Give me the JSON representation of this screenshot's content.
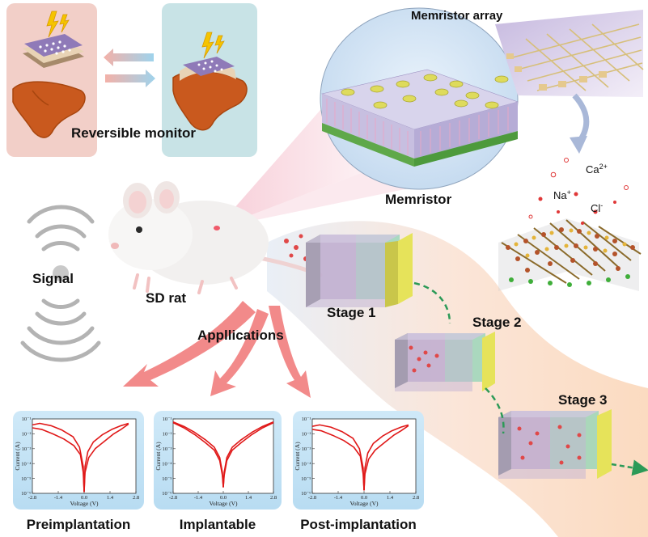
{
  "labels": {
    "reversible_monitor": "Reversible monitor",
    "memristor_array": "Memristor array",
    "memristor": "Memristor",
    "signal": "Signal",
    "sd_rat": "SD rat",
    "applications": "Appllications",
    "stage1": "Stage 1",
    "stage2": "Stage 2",
    "stage3": "Stage 3"
  },
  "ions": {
    "ca": "Ca",
    "ca_sup": "2+",
    "na": "Na",
    "na_sup": "+",
    "cl": "Cl",
    "cl_sup": "-"
  },
  "colors": {
    "rose_panel": "#f2cfc8",
    "teal_panel": "#c8e3e6",
    "liver": "#c9591e",
    "iv_curve": "#e01818",
    "plot_panel": "#bfe0f3",
    "arrow_pink": "#f28a8a",
    "stage_purple": "#b9a3c9",
    "stage_green": "#8fd4b5",
    "stage_yellow": "#e6e35a",
    "electrode_gray": "#9a9aa2",
    "dashed_green": "#2c9a57"
  },
  "chart_data": [
    {
      "type": "line",
      "name": "Preimplantation",
      "title": "Preimplantation",
      "xlabel": "Voltage (V)",
      "ylabel": "Current (A)",
      "xticks": [
        "-2.8",
        "-1.4",
        "0.0",
        "1.4",
        "2.8"
      ],
      "yticks": [
        "10⁻¹",
        "10⁻²",
        "10⁻³",
        "10⁻⁴",
        "10⁻⁵",
        "10⁻⁶"
      ],
      "xlim": [
        -2.8,
        2.8
      ],
      "ylim_log10": [
        -6,
        -1
      ],
      "curves": [
        {
          "x": [
            -2.8,
            -2.4,
            -1.8,
            -1.2,
            -0.6,
            -0.25,
            -0.05,
            0.0
          ],
          "y_log10": [
            -1.4,
            -1.3,
            -1.45,
            -1.75,
            -2.2,
            -2.9,
            -4.2,
            -5.9
          ]
        },
        {
          "x": [
            -2.8,
            -2.3,
            -1.7,
            -1.1,
            -0.55,
            -0.2,
            -0.05,
            0.0
          ],
          "y_log10": [
            -1.6,
            -1.7,
            -2.0,
            -2.35,
            -2.8,
            -3.4,
            -4.6,
            -5.9
          ]
        },
        {
          "x": [
            0.0,
            0.05,
            0.2,
            0.5,
            1.0,
            1.5,
            2.0,
            2.4
          ],
          "y_log10": [
            -5.9,
            -4.2,
            -3.2,
            -2.55,
            -2.05,
            -1.7,
            -1.45,
            -1.3
          ]
        },
        {
          "x": [
            0.0,
            0.05,
            0.25,
            0.6,
            1.1,
            1.6,
            2.0,
            2.4
          ],
          "y_log10": [
            -5.9,
            -4.6,
            -3.6,
            -3.0,
            -2.5,
            -2.0,
            -1.7,
            -1.35
          ]
        }
      ]
    },
    {
      "type": "line",
      "name": "Implantable",
      "title": "Implantable",
      "xlabel": "Voltage (V)",
      "ylabel": "Current (A)",
      "xticks": [
        "-2.8",
        "-1.4",
        "0.0",
        "1.4",
        "2.8"
      ],
      "yticks": [
        "10⁻¹",
        "10⁻²",
        "10⁻³",
        "10⁻⁴",
        "10⁻⁵",
        "10⁻⁶"
      ],
      "xlim": [
        -2.8,
        2.8
      ],
      "ylim_log10": [
        -6,
        -1
      ],
      "curves": [
        {
          "x": [
            -2.8,
            -2.2,
            -1.6,
            -1.0,
            -0.5,
            -0.2,
            -0.05,
            0.0
          ],
          "y_log10": [
            -1.2,
            -1.5,
            -1.9,
            -2.4,
            -2.9,
            -3.6,
            -4.6,
            -5.6
          ]
        },
        {
          "x": [
            -2.8,
            -2.2,
            -1.6,
            -1.0,
            -0.5,
            -0.2,
            -0.05,
            0.0
          ],
          "y_log10": [
            -1.25,
            -1.6,
            -2.05,
            -2.6,
            -3.1,
            -3.8,
            -4.8,
            -5.6
          ]
        },
        {
          "x": [
            0.0,
            0.05,
            0.2,
            0.5,
            1.0,
            1.6,
            2.2,
            2.8
          ],
          "y_log10": [
            -5.6,
            -4.6,
            -3.6,
            -2.9,
            -2.4,
            -1.9,
            -1.5,
            -1.2
          ]
        },
        {
          "x": [
            0.0,
            0.05,
            0.2,
            0.5,
            1.0,
            1.6,
            2.2,
            2.8
          ],
          "y_log10": [
            -5.6,
            -4.8,
            -3.8,
            -3.1,
            -2.6,
            -2.05,
            -1.6,
            -1.25
          ]
        }
      ]
    },
    {
      "type": "line",
      "name": "Post-implantation",
      "title": "Post-implantation",
      "xlabel": "Voltage (V)",
      "ylabel": "Current (A)",
      "xticks": [
        "-2.8",
        "-1.4",
        "0.0",
        "1.4",
        "2.8"
      ],
      "yticks": [
        "10⁻¹",
        "10⁻²",
        "10⁻³",
        "10⁻⁴",
        "10⁻⁵",
        "10⁻⁶"
      ],
      "xlim": [
        -2.8,
        2.8
      ],
      "ylim_log10": [
        -6,
        -1
      ],
      "curves": [
        {
          "x": [
            -2.8,
            -2.4,
            -1.8,
            -1.2,
            -0.6,
            -0.25,
            -0.05,
            0.0
          ],
          "y_log10": [
            -1.5,
            -1.4,
            -1.55,
            -1.85,
            -2.3,
            -3.0,
            -4.3,
            -5.8
          ]
        },
        {
          "x": [
            -2.8,
            -2.3,
            -1.7,
            -1.1,
            -0.55,
            -0.2,
            -0.05,
            0.0
          ],
          "y_log10": [
            -1.7,
            -1.8,
            -2.1,
            -2.45,
            -2.9,
            -3.5,
            -4.7,
            -5.8
          ]
        },
        {
          "x": [
            0.0,
            0.05,
            0.2,
            0.5,
            1.0,
            1.5,
            2.0,
            2.4
          ],
          "y_log10": [
            -5.8,
            -4.3,
            -3.3,
            -2.65,
            -2.15,
            -1.8,
            -1.55,
            -1.4
          ]
        },
        {
          "x": [
            0.0,
            0.05,
            0.25,
            0.6,
            1.1,
            1.6,
            2.0,
            2.4
          ],
          "y_log10": [
            -5.8,
            -4.7,
            -3.7,
            -3.1,
            -2.6,
            -2.1,
            -1.8,
            -1.45
          ]
        }
      ]
    }
  ]
}
